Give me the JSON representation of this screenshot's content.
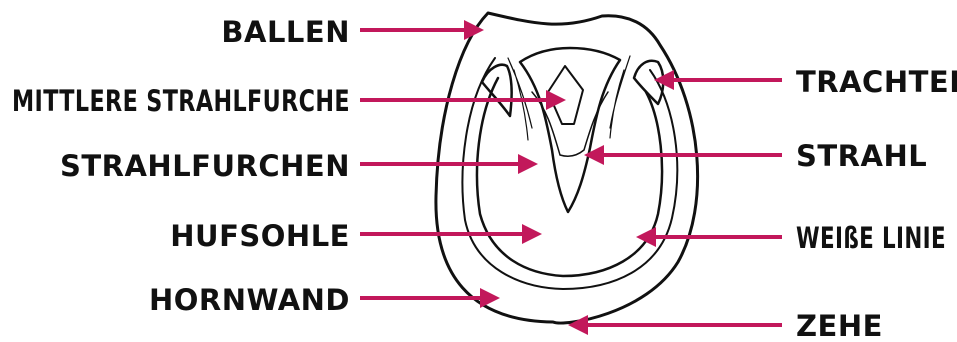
{
  "accent_color": "#c2185b",
  "line_color": "#111111",
  "labels_left": {
    "ballen": "BALLEN",
    "mittlere_strahlfurche": "MITTLERE STRAHLFURCHE",
    "strahlfurchen": "STRAHLFURCHEN",
    "hufsohle": "HUFSOHLE",
    "hornwand": "HORNWAND"
  },
  "labels_right": {
    "trachten": "TRACHTEN",
    "strahl": "STRAHL",
    "weisse_linie": "WEIßE LINIE",
    "zehe": "ZEHE"
  }
}
